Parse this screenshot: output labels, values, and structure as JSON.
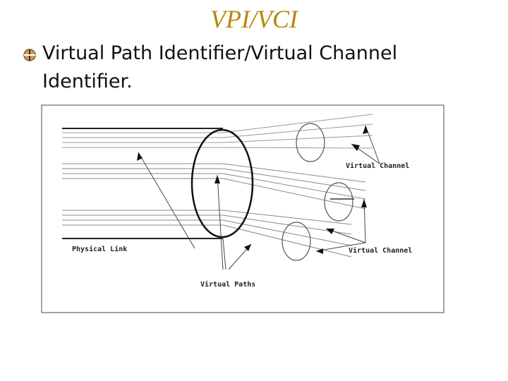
{
  "slide": {
    "title": "VPI/VCI",
    "bullet_icon": "bullet-icon",
    "bullet_text": "Virtual Path Identifier/Virtual Channel Identifier.",
    "accent_color": "#b8860b"
  },
  "diagram": {
    "labels": {
      "physical_link": "Physical Link",
      "virtual_paths": "Virtual Paths",
      "virtual_channel_top": "Virtual Channel",
      "virtual_channel_bottom": "Virtual Channel"
    }
  }
}
